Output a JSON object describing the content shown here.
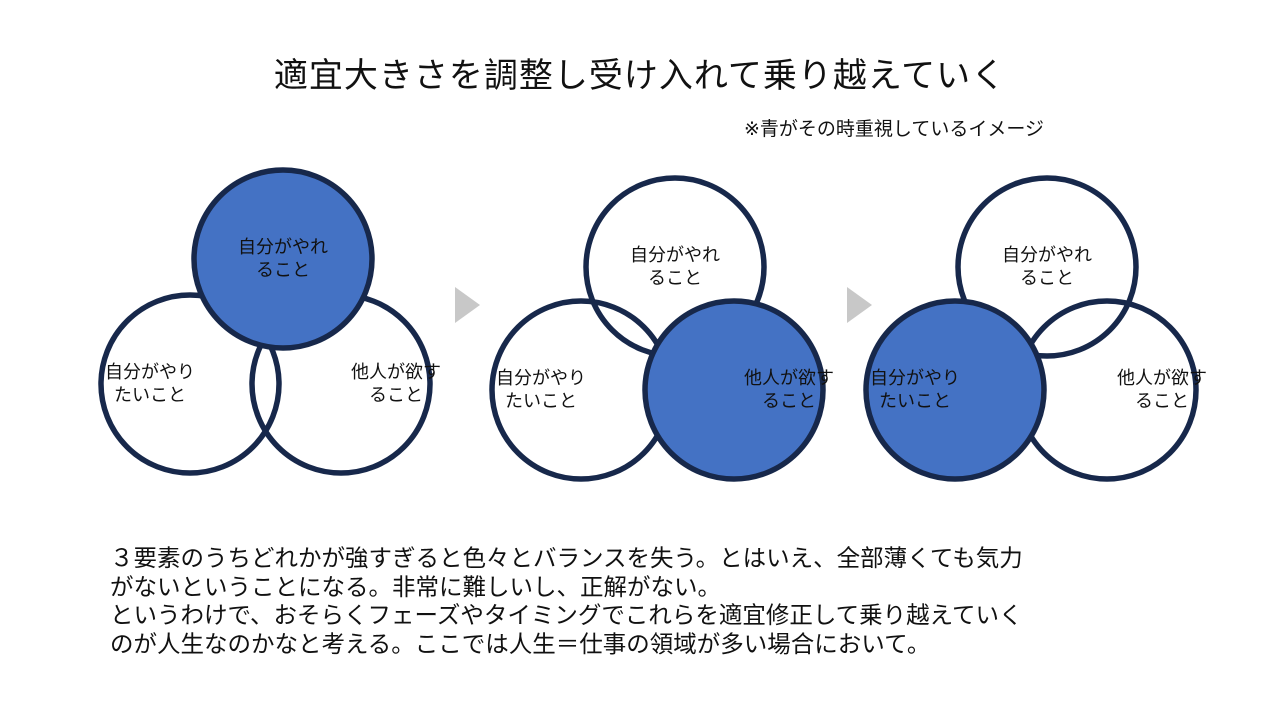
{
  "title": "適宜大きさを調整し受け入れて乗り越えていく",
  "note": "※青がその時重視しているイメージ",
  "colors": {
    "outline": "#17284b",
    "highlight": "#4472c4",
    "arrow": "#c8c8c8",
    "background": "#ffffff"
  },
  "labels": {
    "can_do": [
      "自分がやれ",
      "ること"
    ],
    "want_do": [
      "自分がやり",
      "たいこと"
    ],
    "others_want": [
      "他人が欲す",
      "ること"
    ]
  },
  "diagrams": [
    {
      "highlight": "can_do"
    },
    {
      "highlight": "others_want"
    },
    {
      "highlight": "want_do"
    }
  ],
  "body": [
    "３要素のうちどれかが強すぎると色々とバランスを失う。とはいえ、全部薄くても気力",
    "がないということになる。非常に難しいし、正解がない。",
    "というわけで、おそらくフェーズやタイミングでこれらを適宜修正して乗り越えていく",
    "のが人生なのかなと考える。ここでは人生＝仕事の領域が多い場合において。"
  ]
}
